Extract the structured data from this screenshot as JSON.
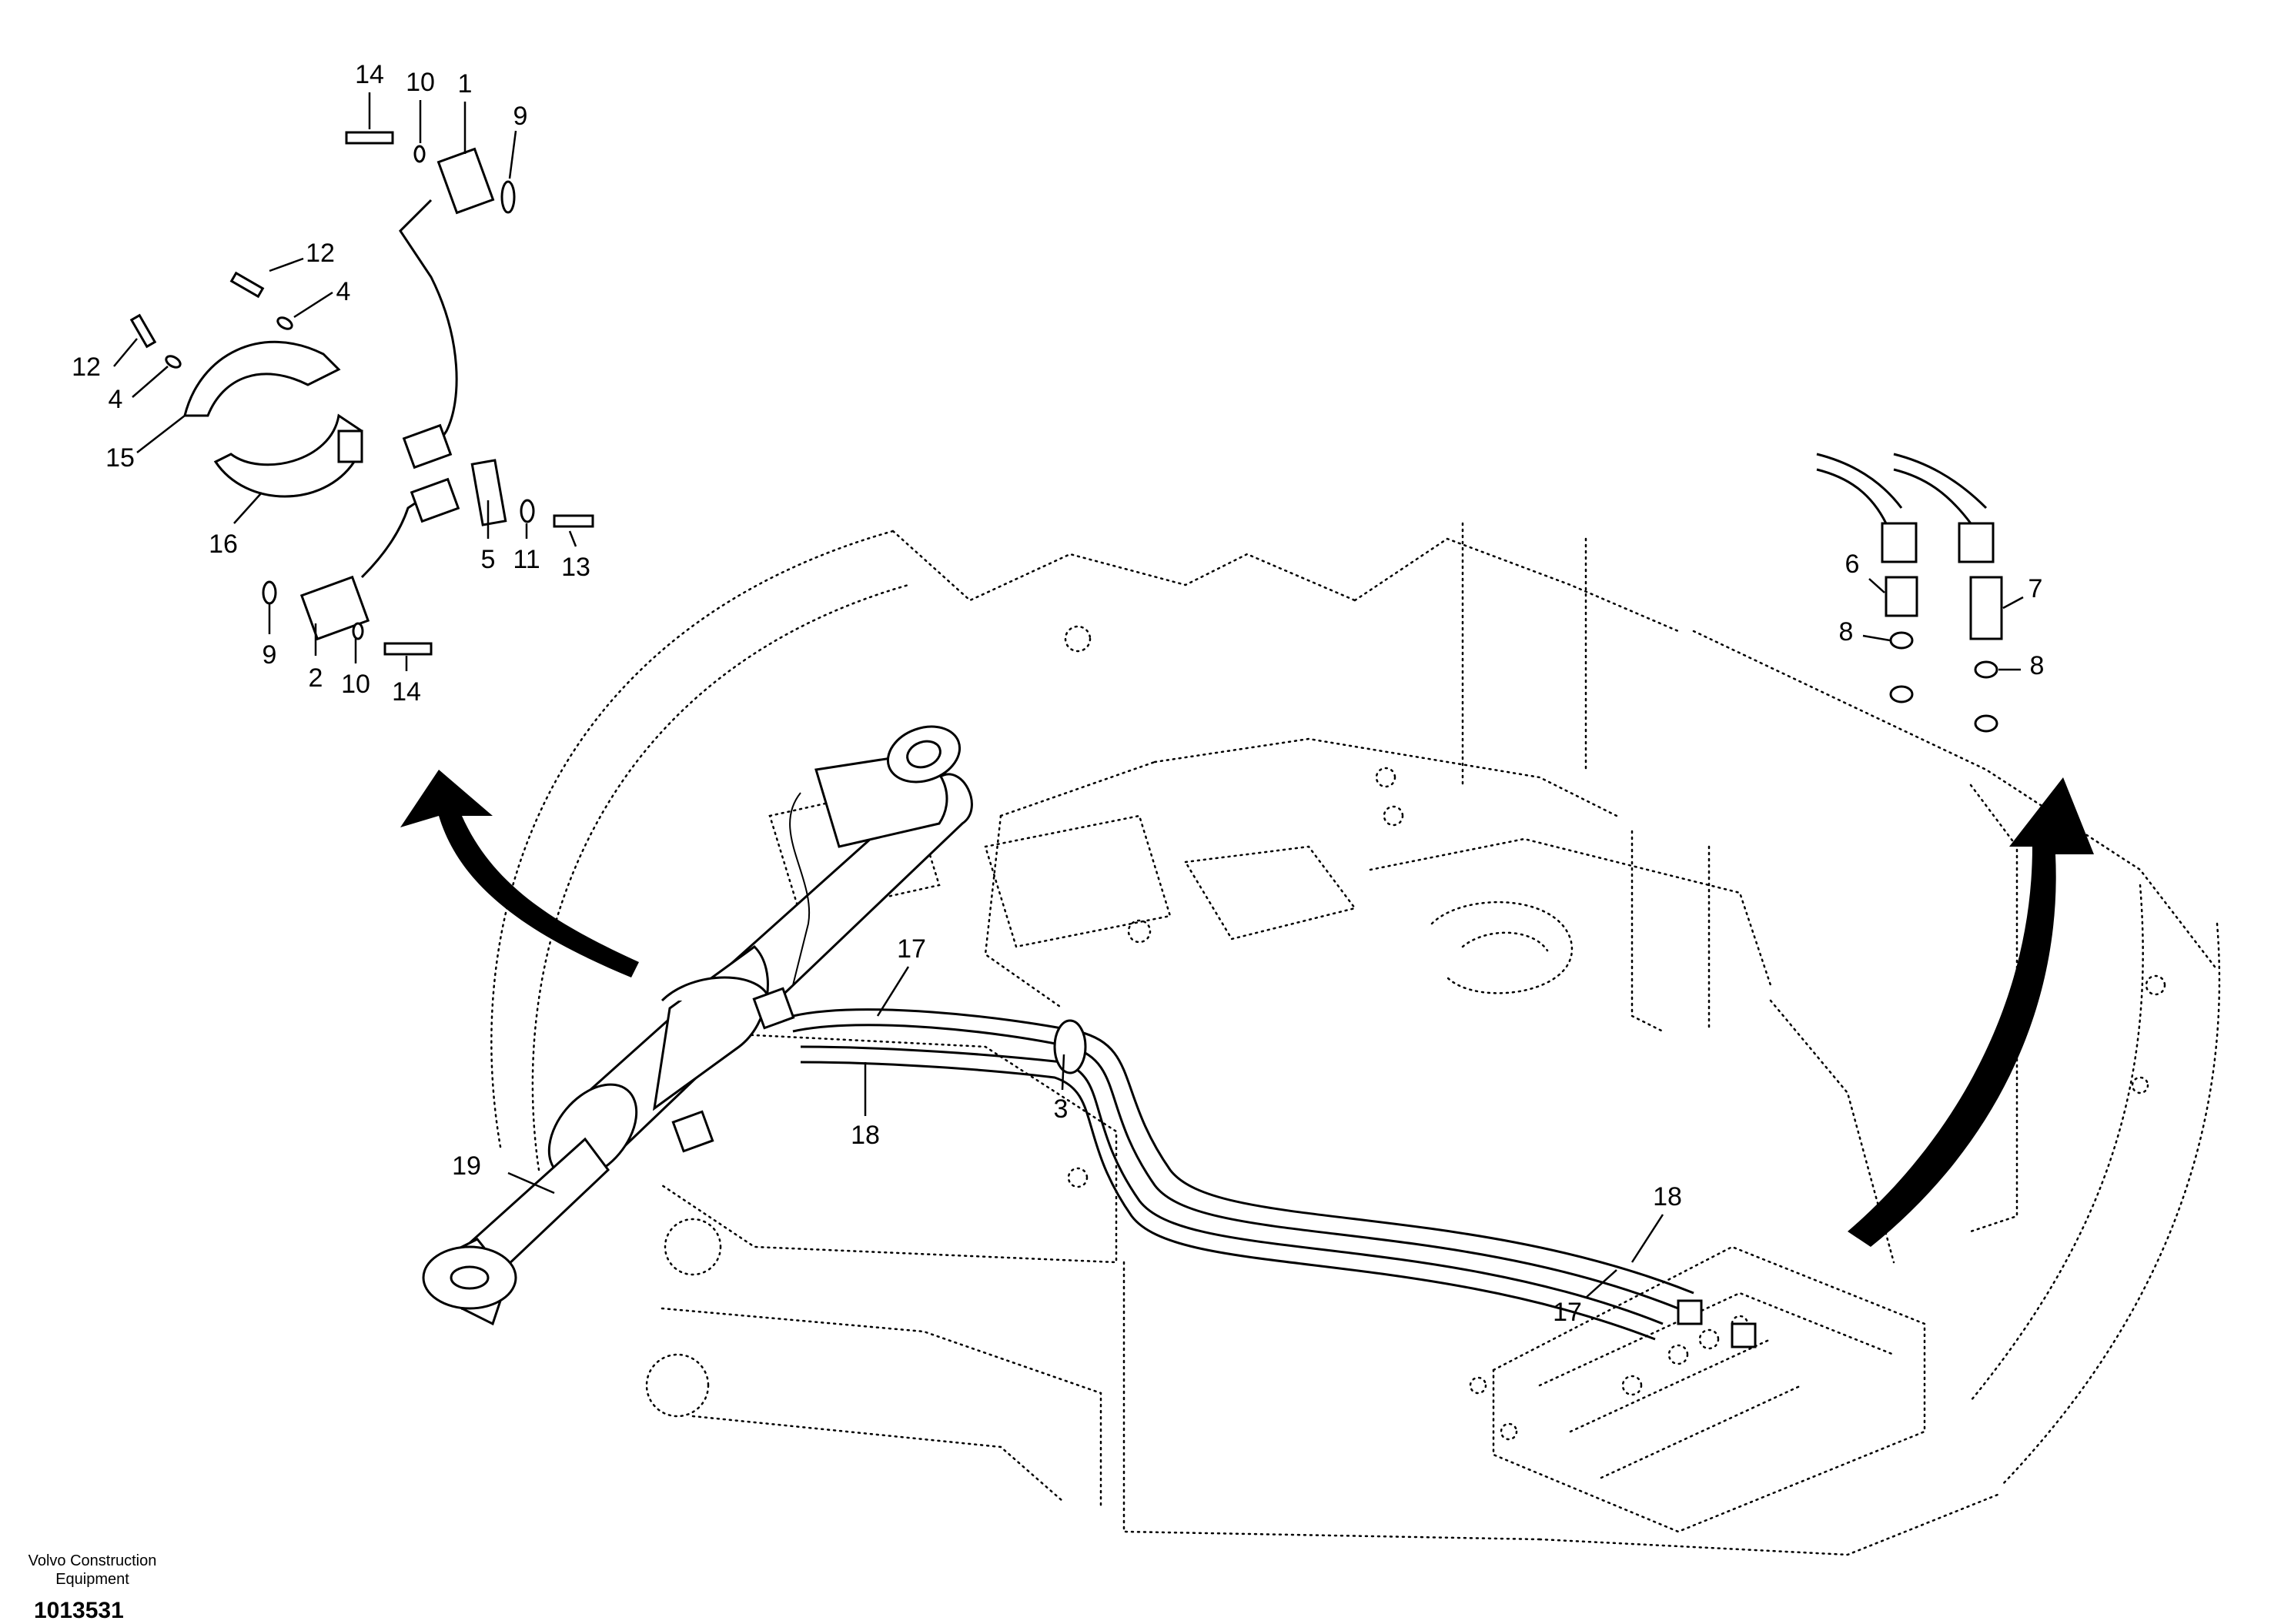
{
  "footer": {
    "brand_line1": "Volvo Construction",
    "brand_line2": "Equipment",
    "document_number": "1013531"
  },
  "callouts": {
    "c14a": "14",
    "c10a": "10",
    "c1": "1",
    "c9a": "9",
    "c12a": "12",
    "c4a": "4",
    "c12b": "12",
    "c4b": "4",
    "c15": "15",
    "c16": "16",
    "c5": "5",
    "c11": "11",
    "c13": "13",
    "c9b": "9",
    "c2": "2",
    "c10b": "10",
    "c14b": "14",
    "c6": "6",
    "c7": "7",
    "c8a": "8",
    "c8b": "8",
    "c17a": "17",
    "c18a": "18",
    "c3": "3",
    "c19": "19",
    "c18b": "18",
    "c17b": "17"
  }
}
